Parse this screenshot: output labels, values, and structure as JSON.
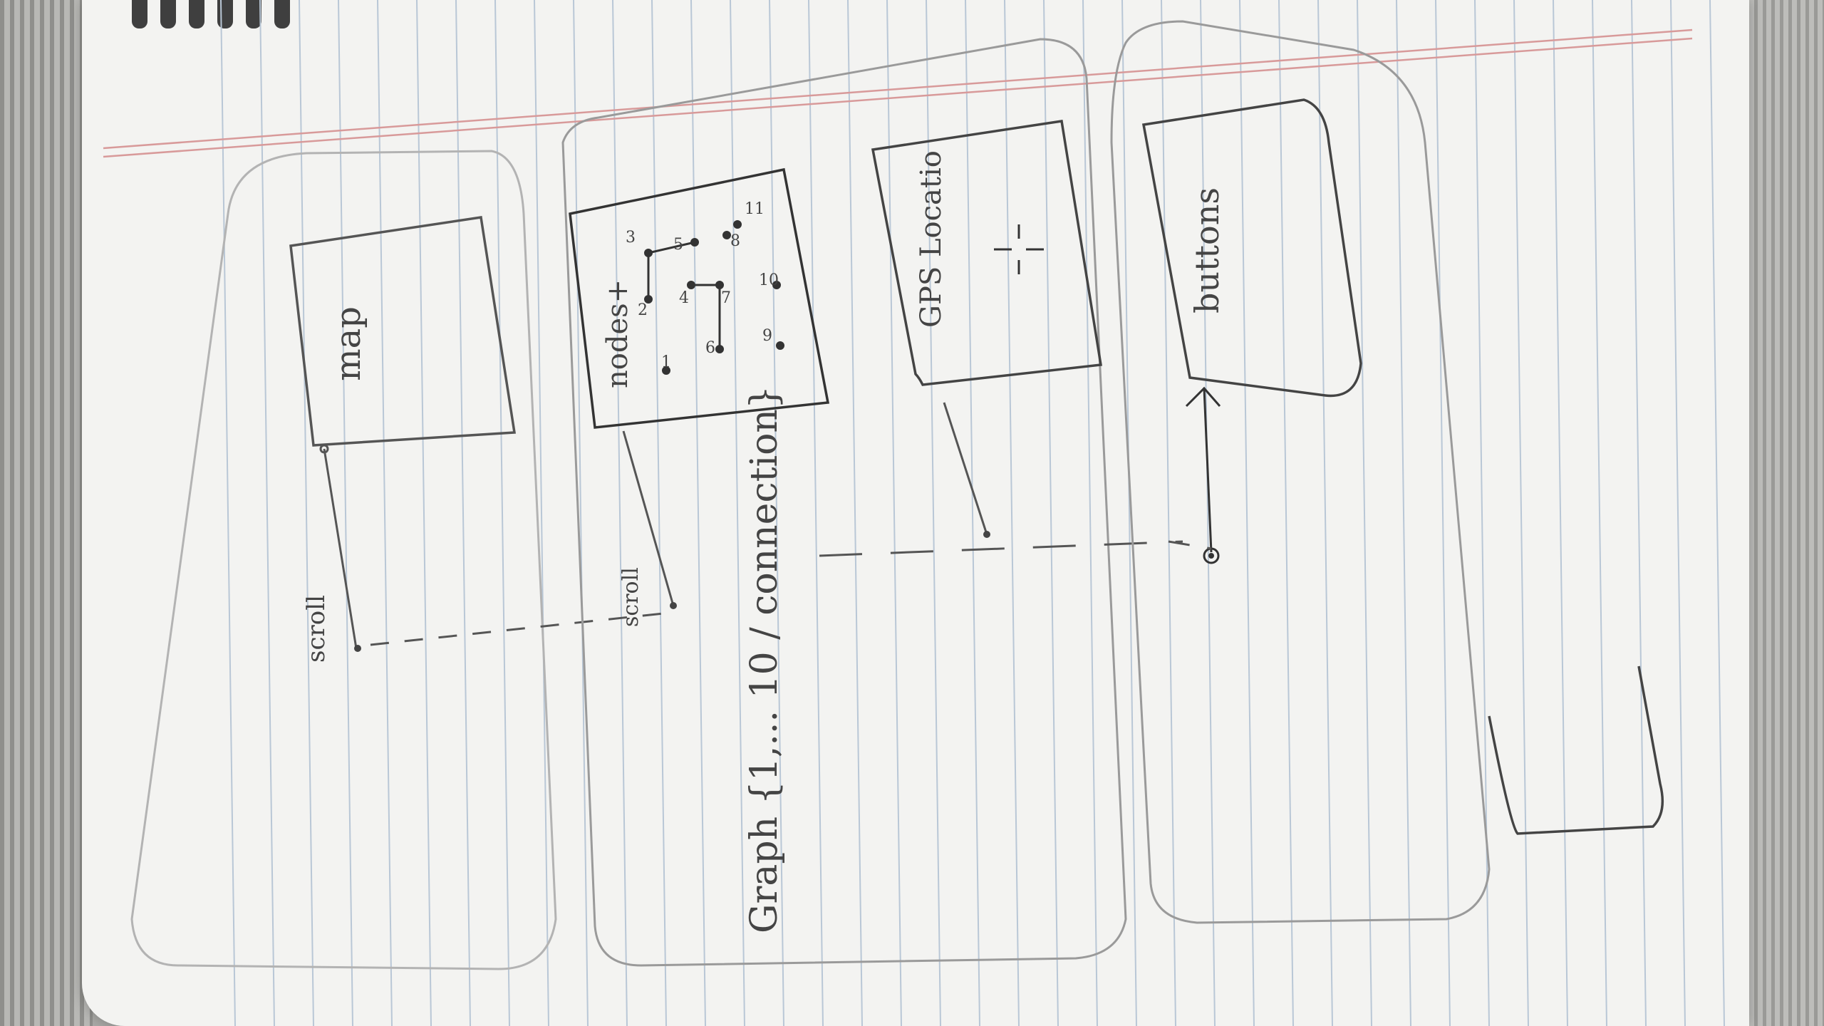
{
  "labels": {
    "map": "map",
    "scroll_1": "scroll",
    "scroll_2": "scroll",
    "nodes": "nodes+",
    "graph": "Graph {1,... 10 / connection}",
    "gps": "GPS Locatio",
    "buttons": "buttons"
  },
  "graph_nodes": [
    "1",
    "2",
    "3",
    "4",
    "5",
    "6",
    "7",
    "8",
    "9",
    "10",
    "11"
  ]
}
